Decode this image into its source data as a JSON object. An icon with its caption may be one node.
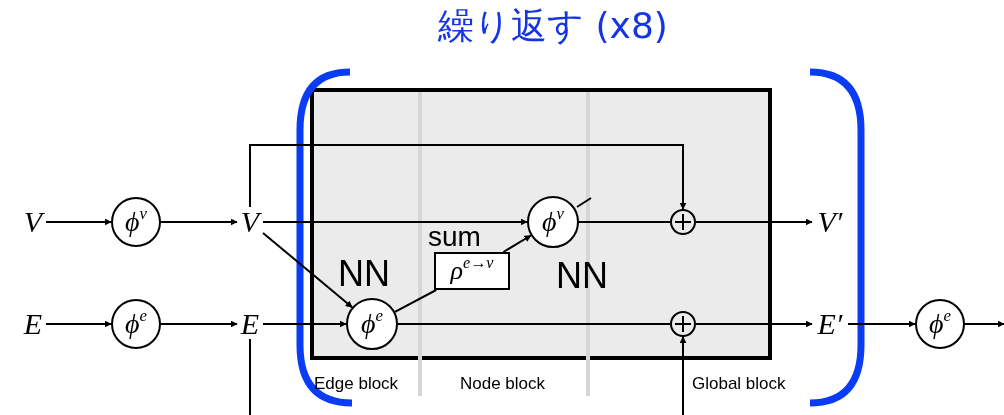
{
  "diagram": {
    "title": "繰り返す (x8)",
    "nodes": [
      {
        "text": [
          "V"
        ]
      },
      {
        "text": [
          "ϕ$^{v}$"
        ]
      },
      {
        "text": [
          "V"
        ]
      },
      {
        "text": [
          "E"
        ]
      },
      {
        "text": [
          "ϕ$^{e}$"
        ]
      },
      {
        "text": [
          "E"
        ]
      },
      {
        "text": [],
        "shape": "box"
      },
      {
        "text": [
          "ϕ$^{e}$"
        ],
        "in": 6
      },
      {
        "text": [
          "ρ$^{e→v}$"
        ],
        "in": 6
      },
      {
        "text": [
          "ϕ$^{v}$"
        ],
        "in": 6
      },
      {
        "text": [],
        "shape": "circle",
        "in": 6
      },
      {
        "text": [],
        "shape": "circle",
        "in": 6
      },
      {
        "text": [
          "V′"
        ]
      },
      {
        "text": [
          "E′"
        ]
      },
      {
        "text": [
          "ϕ$^{e}$"
        ]
      }
    ],
    "edges": [
      {
        "from": 0,
        "to": 1,
        "arrow": "to"
      },
      {
        "from": 1,
        "to": 2,
        "arrow": "to"
      },
      {
        "from": 3,
        "to": 4,
        "arrow": "to"
      },
      {
        "from": 4,
        "to": 5,
        "arrow": "to"
      },
      {
        "from": 2,
        "to": 10,
        "arrow": "to"
      },
      {
        "from": 2,
        "to": 9,
        "arrow": "to"
      },
      {
        "from": 2,
        "to": 7,
        "arrow": "to"
      },
      {
        "from": 5,
        "to": 7,
        "arrow": "to"
      },
      {
        "from": 7,
        "to": 8,
        "arrow": "none"
      },
      {
        "from": 8,
        "to": 9,
        "arrow": "to"
      },
      {
        "from": 9,
        "to": 10,
        "arrow": "none"
      },
      {
        "from": 10,
        "to": 12,
        "arrow": "to"
      },
      {
        "from": 7,
        "to": 11,
        "arrow": "none"
      },
      {
        "from": 11,
        "to": 13,
        "arrow": "to"
      },
      {
        "from": 13,
        "to": 14,
        "arrow": "to"
      },
      {
        "from": 14,
        "to": null,
        "arrow": "to"
      },
      {
        "from": null,
        "to": 11,
        "arrow": "to"
      },
      {
        "from": 5,
        "to": null,
        "arrow": "none"
      }
    ],
    "labels": [
      "sum",
      "NN",
      "NN",
      "Edge block",
      "Node block",
      "Global block"
    ]
  }
}
